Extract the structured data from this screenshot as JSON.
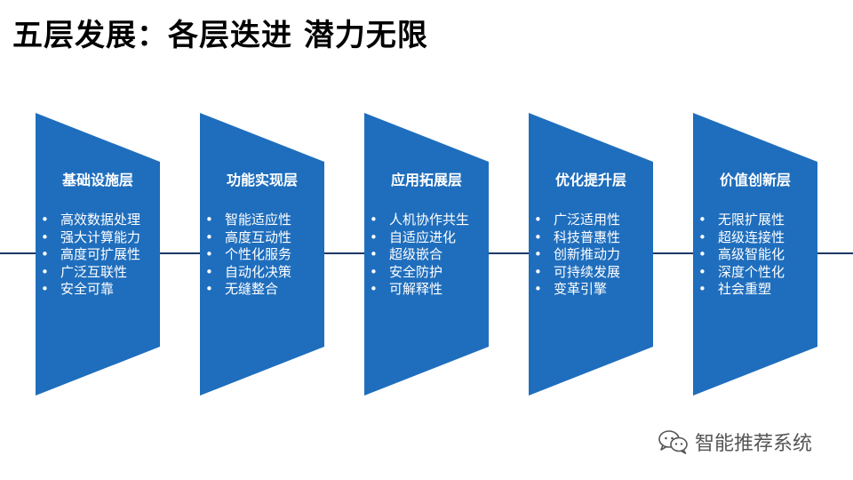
{
  "title": "五层发展：各层迭进 潜力无限",
  "colors": {
    "panel": "#1f6ebd",
    "timeline": "#1f3864",
    "title": "#000000",
    "watermark": "#555555"
  },
  "layers": [
    {
      "title": "基础设施层",
      "items": [
        "高效数据处理",
        "强大计算能力",
        "高度可扩展性",
        "广泛互联性",
        "安全可靠"
      ]
    },
    {
      "title": "功能实现层",
      "items": [
        "智能适应性",
        "高度互动性",
        "个性化服务",
        "自动化决策",
        "无缝整合"
      ]
    },
    {
      "title": "应用拓展层",
      "items": [
        "人机协作共生",
        "自适应进化",
        "超级嵌合",
        "安全防护",
        "可解释性"
      ]
    },
    {
      "title": "优化提升层",
      "items": [
        "广泛适用性",
        "科技普惠性",
        "创新推动力",
        "可持续发展",
        "变革引擎"
      ]
    },
    {
      "title": "价值创新层",
      "items": [
        "无限扩展性",
        "超级连接性",
        "高级智能化",
        "深度个性化",
        "社会重塑"
      ]
    }
  ],
  "watermark": {
    "icon": "wechat-icon",
    "text": "智能推荐系统"
  }
}
